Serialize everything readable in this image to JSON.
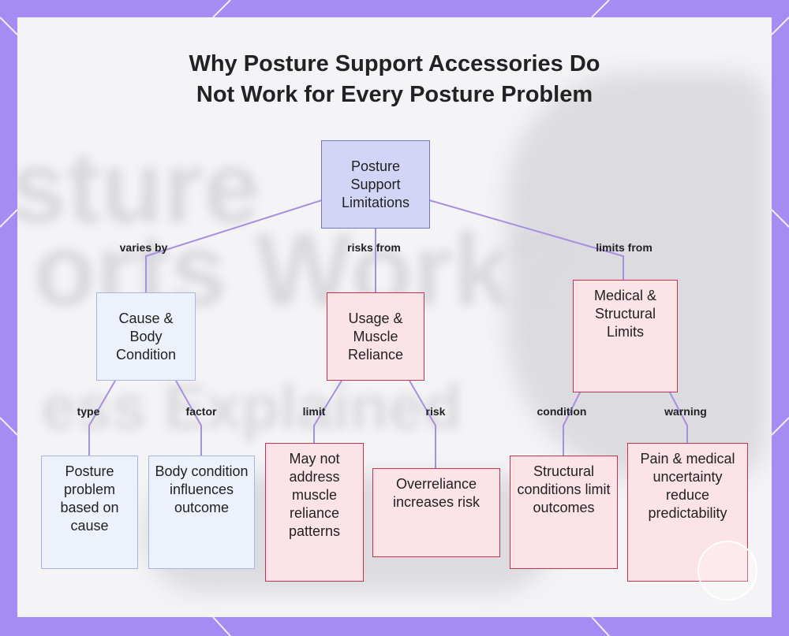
{
  "title_lines": [
    "Why Posture Support Accessories Do",
    "Not Work for Every Posture Problem"
  ],
  "nodes": {
    "root": "Posture Support Limitations",
    "cause": "Cause & Body Condition",
    "usage": "Usage & Muscle Reliance",
    "medical": "Medical & Structural Limits",
    "posture_problem": "Posture problem based on cause",
    "body_condition": "Body condition influences outcome",
    "may_not": "May not address muscle reliance patterns",
    "overreliance": "Overreliance increases risk",
    "structural": "Structural conditions limit outcomes",
    "pain": "Pain & medical uncertainty reduce predictability"
  },
  "edges": {
    "varies_by": "varies by",
    "risks_from": "risks from",
    "limits_from": "limits from",
    "type": "type",
    "factor": "factor",
    "limit": "limit",
    "risk": "risk",
    "condition": "condition",
    "warning": "warning"
  },
  "colors": {
    "frame": "#a58cf2",
    "edge": "#a88ee0",
    "root_fill": "#d3d5f7",
    "light_fill": "#edf1fb",
    "risk_fill": "#fbe3e8",
    "risk_border": "#c0344c"
  }
}
